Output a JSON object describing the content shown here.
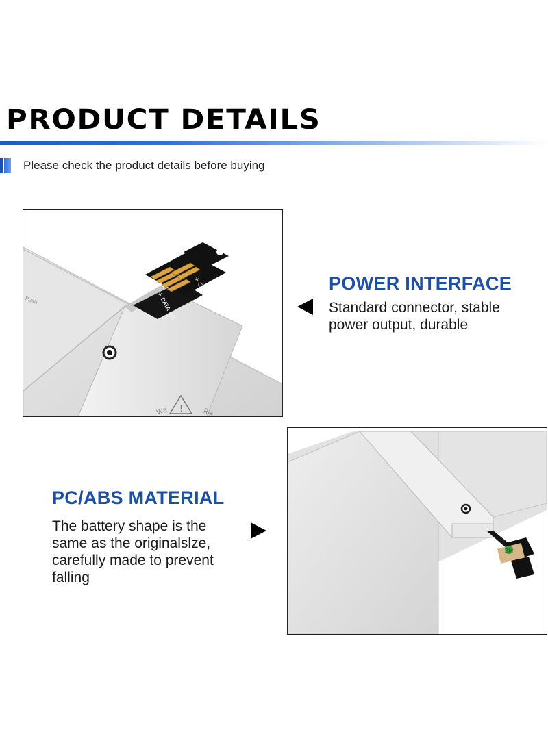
{
  "header": {
    "title": "PRODUCT DETAILS",
    "subtitle": "Please check the product details before buying"
  },
  "features": [
    {
      "title": "POWER INTERFACE",
      "lines": [
        "Standard connector, stable",
        "power output, durable"
      ],
      "pointer": "left-arrow-icon"
    },
    {
      "title": "PC/ABS MATERIAL",
      "lines": [
        "The battery shape is the",
        "same as the originalslze,",
        "carefully made to prevent",
        "falling"
      ],
      "pointer": "right-arrow-icon"
    }
  ],
  "photo_text": {
    "connector_pins_top": "+ CLK DET",
    "connector_pins_bottom": "+ DATA INT",
    "battery_print_1": "Wa",
    "battery_print_2": "Ris",
    "battery_print_left": "Push"
  },
  "colors": {
    "accent_blue": "#1c4fa6",
    "rule_start": "#1a5fcc",
    "text": "#1a1a1a",
    "battery_silver": "#dcdcdc",
    "connector_gold": "#d9a441",
    "connector_black": "#111111"
  }
}
